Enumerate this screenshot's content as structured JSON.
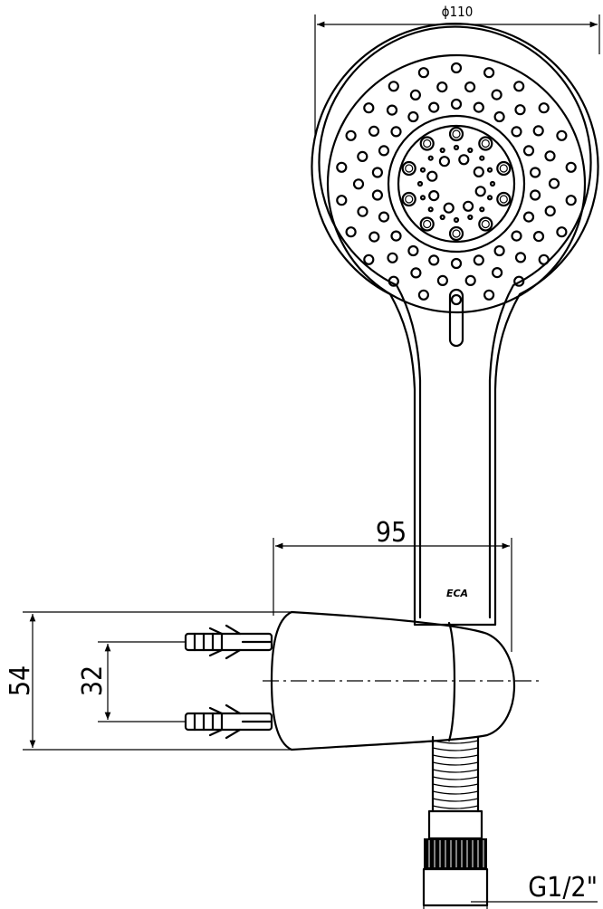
{
  "drawing": {
    "brand_mark": "ECA",
    "dimensions": {
      "head_diameter": "ϕ110",
      "holder_offset": "95",
      "holder_height": "54",
      "screw_spacing": "32",
      "thread": "G1/2\""
    }
  }
}
